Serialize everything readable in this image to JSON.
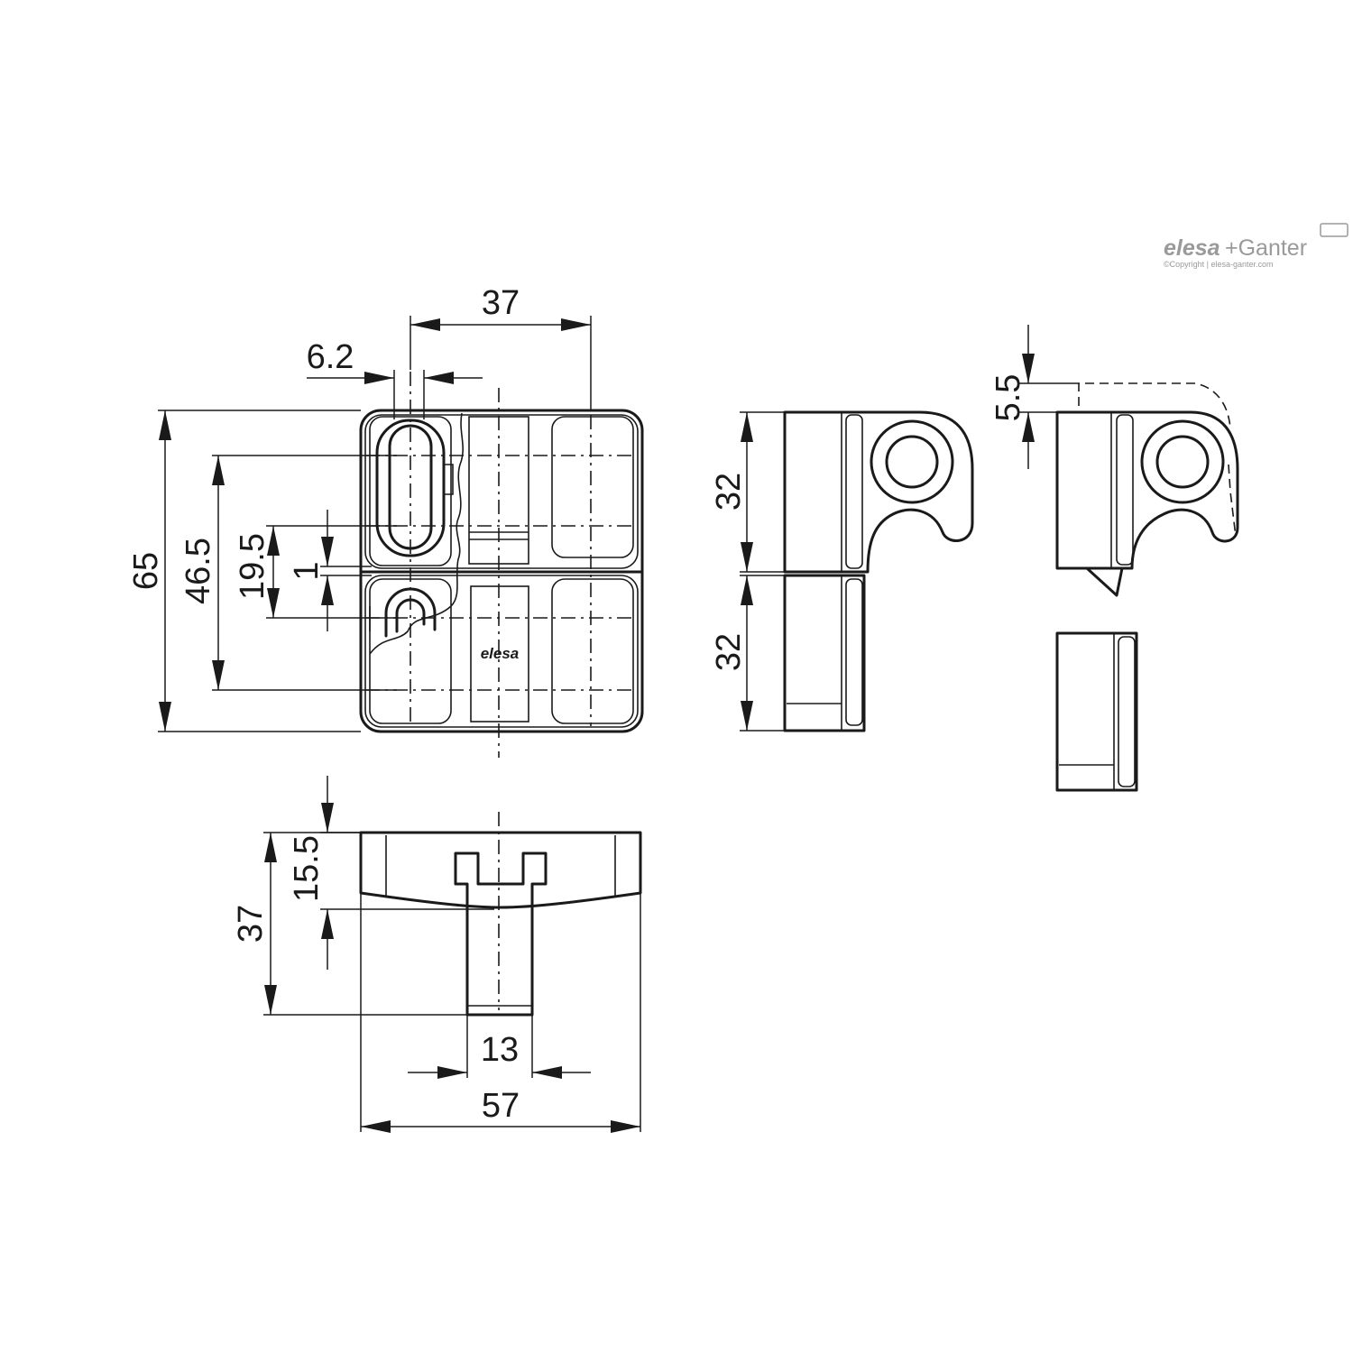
{
  "logo": {
    "brand_a": "elesa",
    "brand_b": "+Ganter",
    "copyright": "©Copyright | elesa-ganter.com"
  },
  "part_marking": "elesa",
  "dimensions": {
    "width_hole_spacing": "37",
    "slot_width": "6.2",
    "total_height": "65",
    "hole_distance": "46.5",
    "slot_length": "19.5",
    "gap": "1",
    "leaf_height_upper": "32",
    "leaf_height_lower": "32",
    "lift_height": "5.5",
    "head_height": "15.5",
    "total_depth": "37",
    "pin_width": "13",
    "total_width": "57"
  },
  "colors": {
    "line": "#1a1a1a",
    "logo": "#9a9a9a"
  }
}
